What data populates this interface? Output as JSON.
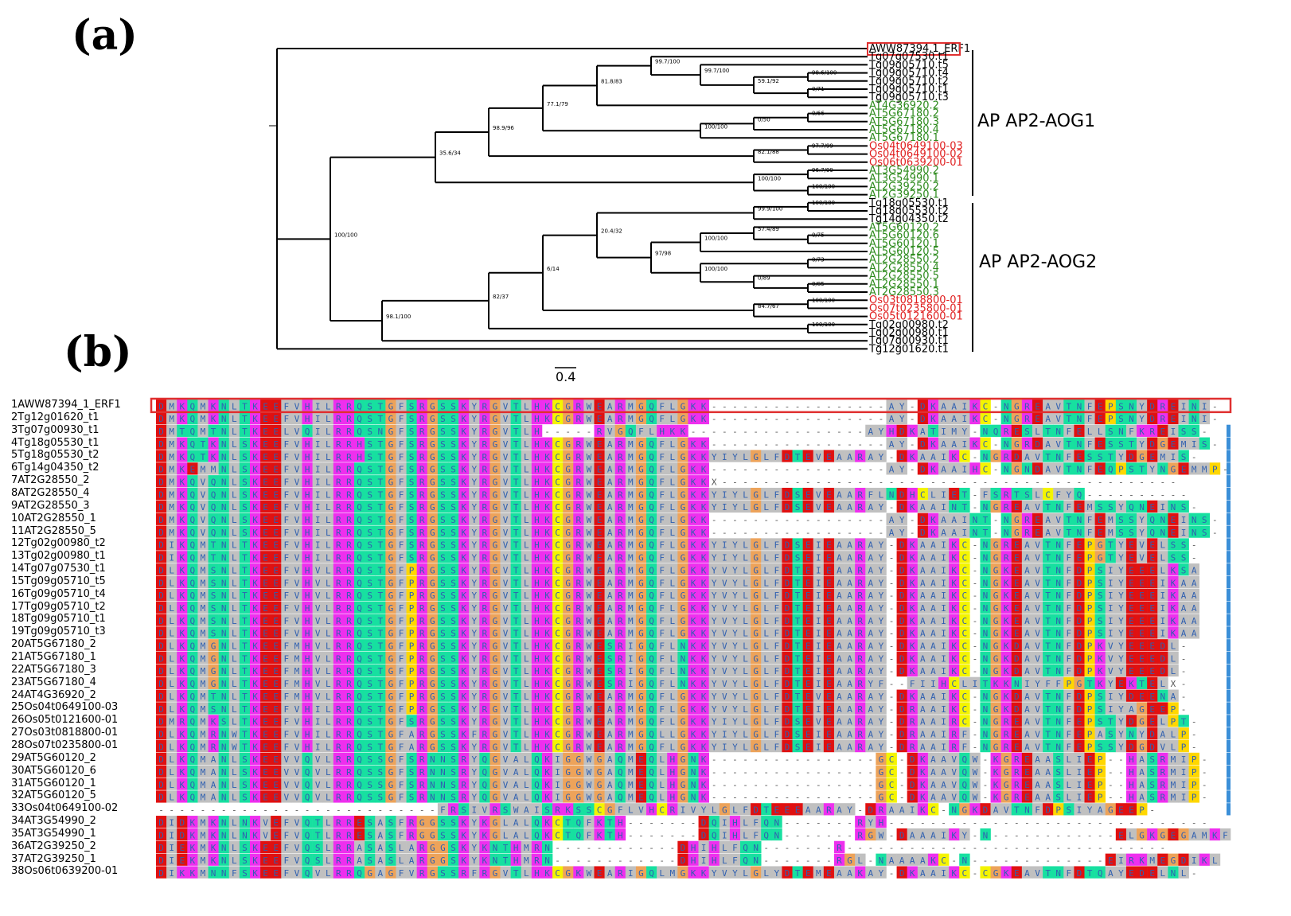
{
  "panels": {
    "a": "(a)",
    "b": "(b)"
  },
  "tree": {
    "scale_label": "0.4",
    "groups": [
      "AP AP2-AOG1",
      "AP AP2-AOG2"
    ],
    "leaves": [
      {
        "name": "AWW87394.1_ERF1",
        "color": "#000000",
        "highlight": true
      },
      {
        "name": "Tg07g07530.t1",
        "color": "#000000"
      },
      {
        "name": "Tg09g05710.t5",
        "color": "#000000"
      },
      {
        "name": "Tg09g05710.t4",
        "color": "#000000"
      },
      {
        "name": "Tg09g05710.t2",
        "color": "#000000"
      },
      {
        "name": "Tg09g05710.t1",
        "color": "#000000"
      },
      {
        "name": "Tg09g05710.t3",
        "color": "#000000"
      },
      {
        "name": "AT4G36920.2",
        "color": "#2e8b1e"
      },
      {
        "name": "AT5G67180.2",
        "color": "#2e8b1e"
      },
      {
        "name": "AT5G67180.3",
        "color": "#2e8b1e"
      },
      {
        "name": "AT5G67180.4",
        "color": "#2e8b1e"
      },
      {
        "name": "AT5G67180.1",
        "color": "#2e8b1e"
      },
      {
        "name": "Os04t0649100-03",
        "color": "#e02020"
      },
      {
        "name": "Os04t0649100-02",
        "color": "#e02020"
      },
      {
        "name": "Os06t0639200-01",
        "color": "#e02020"
      },
      {
        "name": "AT3G54990.2",
        "color": "#2e8b1e"
      },
      {
        "name": "AT3G54990.1",
        "color": "#2e8b1e"
      },
      {
        "name": "AT2G39250.2",
        "color": "#2e8b1e"
      },
      {
        "name": "AT2G39250.1",
        "color": "#2e8b1e"
      },
      {
        "name": "Tg18g05530.t1",
        "color": "#000000"
      },
      {
        "name": "Tg18g05530.t2",
        "color": "#000000"
      },
      {
        "name": "Tg14g04350.t2",
        "color": "#000000"
      },
      {
        "name": "AT5G60120.2",
        "color": "#2e8b1e"
      },
      {
        "name": "AT5G60120.6",
        "color": "#2e8b1e"
      },
      {
        "name": "AT5G60120.1",
        "color": "#2e8b1e"
      },
      {
        "name": "AT5G60120.5",
        "color": "#2e8b1e"
      },
      {
        "name": "AT2G28550.2",
        "color": "#2e8b1e"
      },
      {
        "name": "AT2G28550.4",
        "color": "#2e8b1e"
      },
      {
        "name": "AT2G28550.5",
        "color": "#2e8b1e"
      },
      {
        "name": "AT2G28550.1",
        "color": "#2e8b1e"
      },
      {
        "name": "AT2G28550.3",
        "color": "#2e8b1e"
      },
      {
        "name": "Os03t0818800-01",
        "color": "#e02020"
      },
      {
        "name": "Os07t0235800-01",
        "color": "#e02020"
      },
      {
        "name": "Os05t0121600-01",
        "color": "#e02020"
      },
      {
        "name": "Tg02g00980.t2",
        "color": "#000000"
      },
      {
        "name": "Tg02g00980.t1",
        "color": "#000000"
      },
      {
        "name": "Tg07g00930.t1",
        "color": "#000000"
      },
      {
        "name": "Tg12g01620.t1",
        "color": "#000000"
      }
    ],
    "support_values": [
      "99.7/100",
      "98.6/100",
      "99.7/100",
      "59.1/92",
      "0/71",
      "81.8/83",
      "77.1/79",
      "0/66",
      "100/100",
      "0/50",
      "98.9/96",
      "97.7/99",
      "82.1/88",
      "35.6/34",
      "96.7/99",
      "100/100",
      "100/100",
      "100/100",
      "100/100",
      "99.9/100",
      "57.4/89",
      "0/75",
      "100/100",
      "20.4/32",
      "97/98",
      "0/73",
      "100/100",
      "0/89",
      "0/85",
      "6/14",
      "100/100",
      "84.7/67",
      "82/37",
      "100/100",
      "98.1/100"
    ]
  },
  "alignment": {
    "residue_colors": {
      "D": "#e01010",
      "E": "#e01010",
      "K": "#ee2fee",
      "R": "#ee2fee",
      "H": "#ee2fee",
      "N": "#17e0a0",
      "Q": "#17e0a0",
      "S": "#17e0a0",
      "T": "#17e0a0",
      "A": "#c0c0c0",
      "I": "#c0c0c0",
      "L": "#c0c0c0",
      "M": "#c0c0c0",
      "F": "#c0c0c0",
      "W": "#c0c0c0",
      "V": "#c0c0c0",
      "Y": "#c0c0c0",
      "G": "#eda35a",
      "P": "#ffd700",
      "C": "#f4f400"
    },
    "rows": [
      {
        "name": "1AWW87394_1_ERF1",
        "seq": "DMKQMKNLTKEEFVHILRRQSTGFSRGSSKYRGVTLHKCGRWEARMGQFLGKK-----------------AY-DKAAIKC-NGREAVTNFEPSNYDREINI-"
      },
      {
        "name": "2Tg12g01620_t1",
        "seq": "DMKQMKNLTKEEFVHILRRQSTGFSRGSSKYRGVTLHKCGRWEARMGQFLGKK-----------------AY-DKAAIKC-NGREAVTNFEPSNYDREINI-"
      },
      {
        "name": "3Tg07g00930_t1",
        "seq": "DMTQMTNLTKEELVQILRRQSNGFSRGSSKYRGVTLH-----RVGQFLHKK-----------------AYHDKATIMY-NQRESLTNFELLSNFKREISS-"
      },
      {
        "name": "4Tg18g05530_t1",
        "seq": "DMKQTKNLSKEEFVHILRRHSTGFSRGSSKYRGVTLHKCGRWEARMGQFLGKK-----------------AY-DKAAIKC-NGRDAVTNFESSTYDGEMIS-"
      },
      {
        "name": "5Tg18g05530_t2",
        "seq": "DMKQTKNLSKEEFVHILRRHSTGFSRGSSKYRGVTLHKCGRWEARMGQFLGKKYIYLGLFDTEVEAARAY-DKAAIKC-NGRDAVTNFESSTYDGEMIS-"
      },
      {
        "name": "6Tg14g04350_t2",
        "seq": "DMKEMMNLSKEEFVHILRRQSTGFSRGSSKYRGVTLHKCGRWEARMGQFLGKK-----------------AY-DKAAIHC-NGNDAVTNFEQPSTYNGEMMP-"
      },
      {
        "name": "7AT2G28550_2",
        "seq": "DMKQVQNLSKEEFVHILRRQSTGFSRGSSKYRGVTLHKCGRWEARMGQFLGKKX--------------------------------------------"
      },
      {
        "name": "8AT2G28550_4",
        "seq": "DMKQVQNLSKEEFVHILRRQSTGFSRGSSKYRGVTLHKCGRWEARMGQFLGKKYIYLGLFDSEVEAARFLNDHCLIET-FSRTSLCFYQ----------"
      },
      {
        "name": "9AT2G28550_3",
        "seq": "DMKQVQNLSKEEFVHILRRQSTGFSRGSSKYRGVTLHKCGRWEARMGQFLGKKYIYLGLFDSEVEAARAY-DKAAINT-NGREAVTNFEMSSYQNEINS-"
      },
      {
        "name": "10AT2G28550_1",
        "seq": "DMKQVQNLSKEEFVHILRRQSTGFSRGSSKYRGVTLHKCGRWEARMGQFLGKK-----------------AY-DKAAINT-NGREAVTNFEMSSYQNEINS-"
      },
      {
        "name": "11AT2G28550_5",
        "seq": "DMKQVQNLSKEEFVHILRRQSTGFSRGSSKYRGVTLHKCGRWEARMGQFLGKK-----------------AY-DKAAINT-NGREAVTNFEMSSYQNEINS-"
      },
      {
        "name": "12Tg02g00980_t2",
        "seq": "DIKQMTNLTKEEFVHILRRQSTGFSRGSSKYRGVTLHKCGRWEARMGQFLGKKYIYLGLFDSEIEAARAY-DKAAIKC-NGREAVTNFEPGTYEVELSS-"
      },
      {
        "name": "13Tg02g00980_t1",
        "seq": "DIKQMTNLTKEEFVHILRRQSTGFSRGSSKYRGVTLHKCGRWEARMGQFLGKKYIYLGLFDSEIEAARAY-DKAAIKC-NGREAVTNFEPGTYEVELSS-"
      },
      {
        "name": "14Tg07g07530_t1",
        "seq": "DLKQMSNLTKEEFVHVLRRQSTGFPRGSSKYRGVTLHKCGRWEARMGQFLGKKYVYLGLFDTEIEAARAY-DKAAIKC-NGKEAVTNFDPSIYEEELKSA"
      },
      {
        "name": "15Tg09g05710_t5",
        "seq": "DLKQMSNLTKEEFVHVLRRQSTGFPRGSSKYRGVTLHKCGRWEARMGQFLGKKYVYLGLFDTEIEAARAY-DKAAIKC-NGKEAVTNFDPSIYEEEIKAA"
      },
      {
        "name": "16Tg09g05710_t4",
        "seq": "DLKQMSNLTKEEFVHVLRRQSTGFPRGSSKYRGVTLHKCGRWEARMGQFLGKKYVYLGLFDTEIEAARAY-DKAAIKC-NGKEAVTNFDPSIYEEEIKAA"
      },
      {
        "name": "17Tg09g05710_t2",
        "seq": "DLKQMSNLTKEEFVHVLRRQSTGFPRGSSKYRGVTLHKCGRWEARMGQFLGKKYVYLGLFDTEIEAARAY-DKAAIKC-NGKEAVTNFDPSIYEEEIKAA"
      },
      {
        "name": "18Tg09g05710_t1",
        "seq": "DLKQMSNLTKEEFVHVLRRQSTGFPRGSSKYRGVTLHKCGRWEARMGQFLGKKYVYLGLFDTEIEAARAY-DKAAIKC-NGKEAVTNFDPSIYEEEIKAA"
      },
      {
        "name": "19Tg09g05710_t3",
        "seq": "DLKQMSNLTKEEFVHVLRRQSTGFPRGSSKYRGVTLHKCGRWEARMGQFLGKKYVYLGLFDTEIEAARAY-DKAAIKC-NGKEAVTNFDPSIYEEEIKAA"
      },
      {
        "name": "20AT5G67180_2",
        "seq": "DLKQMGNLTKEEFMHVLRRQSTGFPRGSSKYRGVTLHKCGRWESRIGQFLNKKYVYLGLFDTEIEAARAY-DKAAIKC-NGKDAVTNFDPKVYEEEDL-"
      },
      {
        "name": "21AT5G67180_1",
        "seq": "DLKQMGNLTKEEFMHVLRRQSTGFPRGSSKYRGVTLHKCGRWESRIGQFLNKKYVYLGLFDTEIEAARAY-DKAAIKC-NGKDAVTNFDPKVYEEEDL-"
      },
      {
        "name": "22AT5G67180_3",
        "seq": "DLKQMGNLTKEEFMHVLRRQSTGFPRGSSKYRGVTLHKCGRWESRIGQFLNKKYVYLGLFDTEIEAARAY-DKAAIKC-NGKDAVTNFDPKVYEEEDL-"
      },
      {
        "name": "23AT5G67180_4",
        "seq": "DLKQMGNLTKEEFMHVLRRQSTGFPRGSSKYRGVTLHKCGRWESRIGQFLNKKYVYLGLFDTEIEAARYF--FIIHCLITKKNIYFFPGTKYEKTELX-"
      },
      {
        "name": "24AT4G36920_2",
        "seq": "DLKQMTNLTKEEFMHVLRRQSTGFPRGSSKYRGVTLHKCGRWEARMGQFLGKKYVYLGLFDTEVEAARAY-DKAAIKC-NGKDAVTNFDPSIYDEENA-"
      },
      {
        "name": "25Os04t0649100-03",
        "seq": "DLKQMSNLTKEEFVHILRRQSTGFPRGSSKYRGVTLHKCGRWEARMGQFLGKKYVYLGLFDTEIEAARAY-DRAAIKC-NGKDAVTNFDPSIYAGEEP-"
      },
      {
        "name": "26Os05t0121600-01",
        "seq": "DMRQMKSLTKEEFVHILRRQSTGFSRGSSKYRGVTLHKCGRWEARMGQFLGKKYIYLGLFDSEVEAARAY-DRAAIRC-NGREAVTNFEPSTYDGELPT-"
      },
      {
        "name": "27Os03t0818800-01",
        "seq": "DLKQMRNWTKEEFVHILRRQSTGFARGSSKFRGVTLHKCGRWEARMGQLLGKKYIYLGLFDSEIEAARAY-DRAAIRF-NGREAVTNFEPASYNYDALP-"
      },
      {
        "name": "28Os07t0235800-01",
        "seq": "DLKQMRNWTKEEFVHILRRQSTGFARGSSKYRGVTLHKCGRWEARMGQFLGKKYIYLGLFDSEIEAARAY-DRAAIRF-NGREAVTNFEPSSYDGDVLP-"
      },
      {
        "name": "29AT5G60120_2",
        "seq": "DLKQMANLSKEEVVQVLRRQSSGFSRNNSRYQGVALQKIGGWGAQMEQLHGNK----------------GC-DKAAVQW-KGREAASLIEP--HASRMIP-"
      },
      {
        "name": "30AT5G60120_6",
        "seq": "DLKQMANLSKEEVVQVLRRQSSGFSRNNSRYQGVALQKIGGWGAQMEQLHGNK----------------GC-DKAAVQW-KGREAASLIEP--HASRMIP-"
      },
      {
        "name": "31AT5G60120_1",
        "seq": "DLKQMANLSKEEVVQVLRRQSSGFSRNNSRYQGVALQKIGGWGAQMEQLHGNK----------------GC-DKAAVQW-KGREAASLIEP--HASRMIP-"
      },
      {
        "name": "32AT5G60120_5",
        "seq": "DLKQMANLSKEEVVQVLRRQSSGFSRNNSRYQGVALQKIGGWGAQMEQLHGNK----------------GC-DKAAVQW-KGREAASLIEP--HASRMIP-"
      },
      {
        "name": "33Os04t0649100-02",
        "seq": "---------------------------FRSIVRSWAISRKSSCGFLVHCRIVYLGLFDTEEEAARAY-DRAAIKC-NGKDAVTNFDPSIYAGEEP-"
      },
      {
        "name": "34AT3G54990_2",
        "seq": "DIDKMKNLNKVEFVQTLRRESASFRGGSSKYKGLALQKCTQFKTH-------DQIHLFQN-------RYH-------------------------------"
      },
      {
        "name": "35AT3G54990_1",
        "seq": "DIDKMKNLNKVEFVQTLRRESASFRGGSSKYKGLALQKCTQFKTH-------DQIHLFQN-------RGW-DAAAIKY-N------------ELGKGEGAMKF"
      },
      {
        "name": "36AT2G39250_2",
        "seq": "DIEKMKNLSKEEFVQSLRRASASLARGGSKYKNTHMRN------------DHIHLFQN-------R-------------------------------"
      },
      {
        "name": "37AT2G39250_1",
        "seq": "DIEKMKNLSKEEFVQSLRRASASLARGGSKYKNTHMRN------------DHIHLFQN-------RGL-NAAAAKC-N-------------EIRKMEGDIKL"
      },
      {
        "name": "38Os06t0639200-01",
        "seq": "DIKKMNNFSKEEFVQVLRRQGAGFVRGSSRFRGVTLHKCGKWEARIGQLMGKKYVYLGLYDTEMEAAKAY-DKAAIKC-CGKEAVTNFDTQAYEDELNL-"
      }
    ]
  }
}
